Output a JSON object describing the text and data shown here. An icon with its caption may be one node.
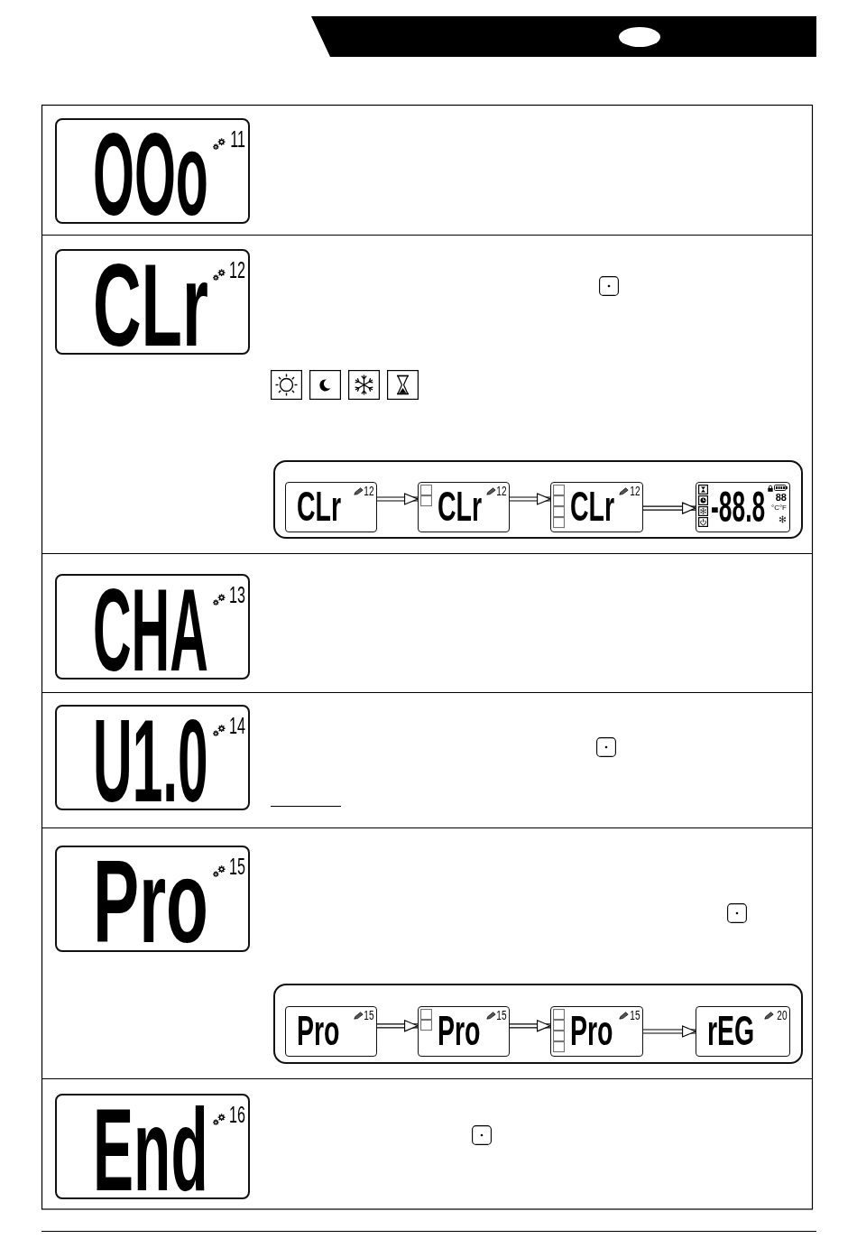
{
  "diagram": {
    "nodes": [
      {
        "text": [
          "OOo",
          "11"
        ]
      },
      {
        "text": [
          "CLr",
          "12"
        ]
      },
      {
        "text": [],
        "shape": "box"
      },
      {
        "text": [
          "CLr",
          "12"
        ],
        "in": 2
      },
      {
        "text": [
          "CLr",
          "12"
        ],
        "in": 2
      },
      {
        "text": [
          "CLr",
          "12"
        ],
        "in": 2
      },
      {
        "text": [
          "-88.8",
          "88",
          "°C°F"
        ],
        "in": 2
      },
      {
        "text": [
          "CHA",
          "13"
        ]
      },
      {
        "text": [
          "U1.0",
          "14"
        ]
      },
      {
        "text": [
          "Pro",
          "15"
        ]
      },
      {
        "text": [],
        "shape": "box"
      },
      {
        "text": [
          "Pro",
          "15"
        ],
        "in": 10
      },
      {
        "text": [
          "Pro",
          "15"
        ],
        "in": 10
      },
      {
        "text": [
          "Pro",
          "15"
        ],
        "in": 10
      },
      {
        "text": [
          "rEG",
          "20"
        ],
        "in": 10
      },
      {
        "text": [
          "End",
          "16"
        ]
      }
    ],
    "edges": [
      {
        "from": 3,
        "to": 4,
        "arrow": "to"
      },
      {
        "from": 4,
        "to": 5,
        "arrow": "to"
      },
      {
        "from": 5,
        "to": 6,
        "arrow": "to"
      },
      {
        "from": 11,
        "to": 12,
        "arrow": "to"
      },
      {
        "from": 12,
        "to": 13,
        "arrow": "to"
      },
      {
        "from": 13,
        "to": 14,
        "arrow": "to"
      }
    ]
  }
}
